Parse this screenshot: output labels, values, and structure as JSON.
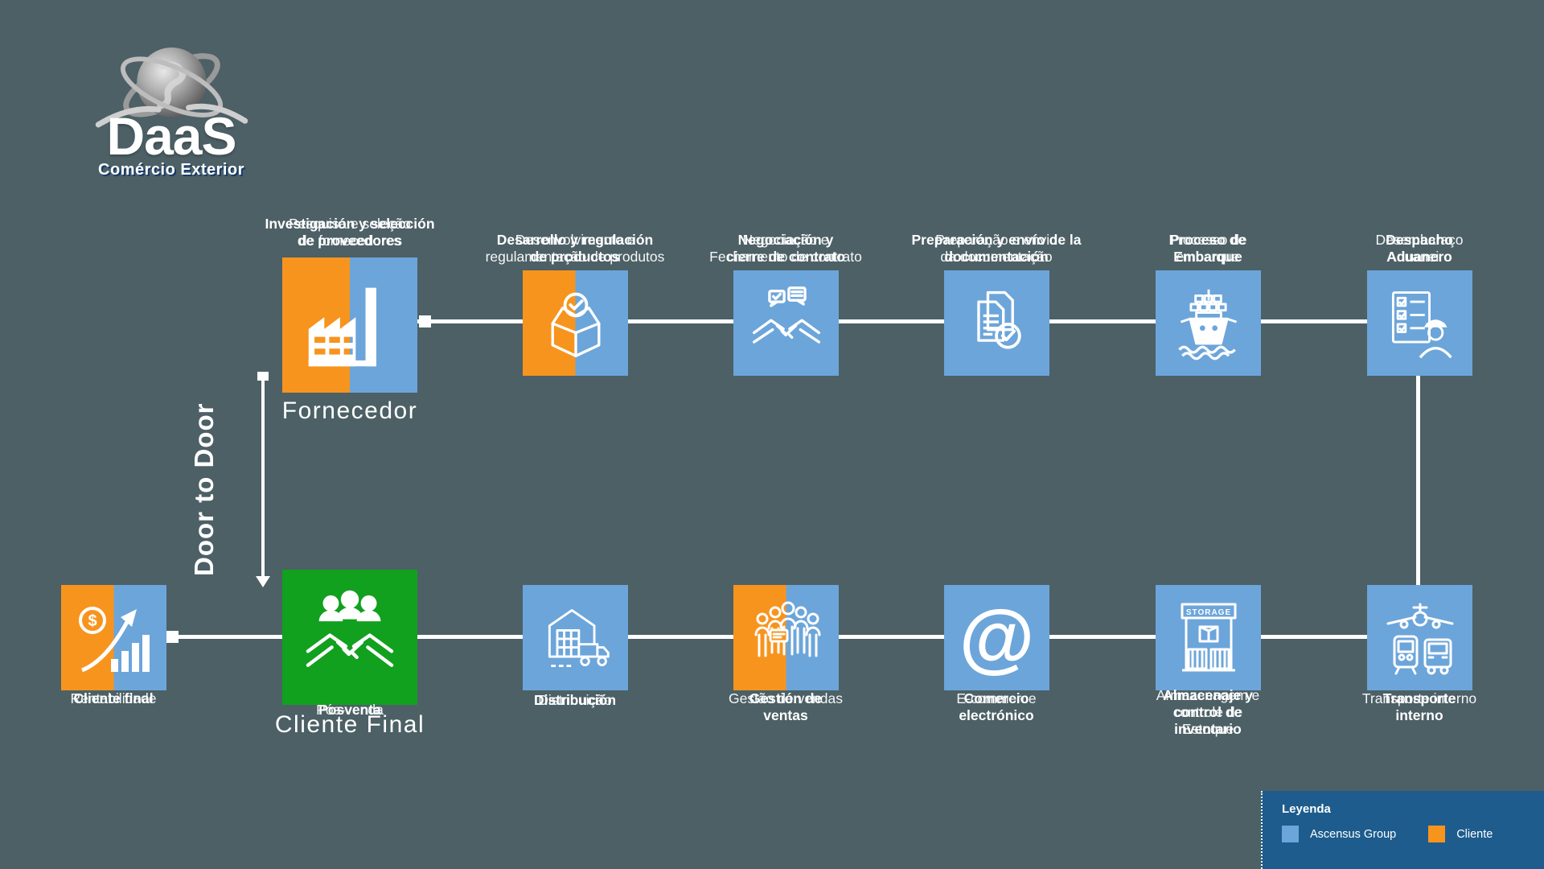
{
  "colors": {
    "bg": "#4C6066",
    "blue": "#6CA5DA",
    "orange": "#F7941E",
    "green": "#12A01F",
    "legend_bg": "#1D5C8D",
    "white": "#FFFFFF"
  },
  "logo": {
    "title": "DaaS",
    "subtitle": "Comércio Exterior"
  },
  "door_to_door_label": "Door to Door",
  "rows": {
    "top": {
      "title": "Fornecedor",
      "steps": [
        {
          "label_es": "Investigación y selección\nde proveedores",
          "label_pt": "Pesquisa e seleção\nde fornecedores"
        },
        {
          "label_es": "Desarrollo y regulación\nde productos",
          "label_pt": "Desenvolvimento e\nregulamentação de produtos"
        },
        {
          "label_es": "Negociación y\ncierre de contrato",
          "label_pt": "Negociação e\nFechamento de contrato"
        },
        {
          "label_es": "Preparación y envío de la\ndocumentación",
          "label_pt": "Preparação e envio\nda documentação"
        },
        {
          "label_es": "Proceso de\nEmbarque",
          "label_pt": "Processo de\nembarque"
        },
        {
          "label_es": "Despacho\nAduanero",
          "label_pt": "Desembaraço\nAduaneiro"
        }
      ]
    },
    "bottom": {
      "steps": [
        {
          "label_es": "Cliente final",
          "label_pt": "Rentabilidade",
          "coin_symbol": "$"
        },
        {
          "label_es": "Posventa",
          "label_pt": "Pós-venda",
          "title": "Cliente Final"
        },
        {
          "label_es": "Distribución",
          "label_pt": "Distribuição"
        },
        {
          "label_es": "Gestión de\nventas",
          "label_pt": "Gestão de vendas"
        },
        {
          "label_es": "Comercio\nelectrónico",
          "label_pt": "E-commerce",
          "glyph": "@"
        },
        {
          "label_es": "Almacenaje y\ncontrol de\ninventario",
          "label_pt": "Armazenagem e\ncontrole de\nEstoque",
          "sign": "STORAGE"
        },
        {
          "label_es": "Transporte\ninterno",
          "label_pt": "Transporte interno"
        }
      ]
    }
  },
  "legend": {
    "title": "Leyenda",
    "items": [
      {
        "label": "Ascensus Group",
        "color": "#6CA5DA"
      },
      {
        "label": "Cliente",
        "color": "#F7941E"
      }
    ]
  }
}
